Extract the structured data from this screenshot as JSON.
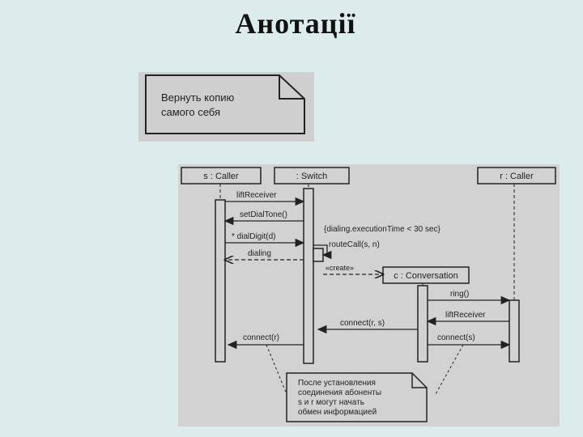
{
  "slide": {
    "title": "Анотації"
  },
  "note_example": {
    "line1": "Вернуть копию",
    "line2": "самого себя"
  },
  "diagram": {
    "lifelines": {
      "caller_s": "s : Caller",
      "switch": ": Switch",
      "caller_r": "r : Caller"
    },
    "conversation": "c : Conversation",
    "messages": {
      "lift_receiver_s": "liftReceiver",
      "set_dial_tone": "setDialTone()",
      "dial_digit": "* dialDigit(d)",
      "dialing": "dialing",
      "route_call": "routeCall(s, n)",
      "create": "«create»",
      "ring": "ring()",
      "lift_receiver_r": "liftReceiver",
      "connect_r_s": "connect(r, s)",
      "connect_s": "connect(s)",
      "connect_r": "connect(r)"
    },
    "constraint": "{dialing.executionTime < 30 sec}",
    "annotation": {
      "line1": "После установления",
      "line2": "соединения абоненты",
      "line3": "s и r могут начать",
      "line4": "обмен информацией"
    }
  }
}
